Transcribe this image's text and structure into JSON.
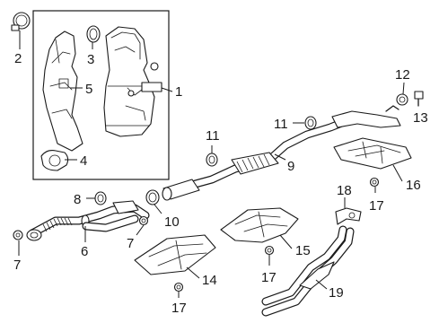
{
  "callouts": {
    "c1": "1",
    "c2": "2",
    "c3": "3",
    "c4": "4",
    "c5": "5",
    "c6": "6",
    "c7a": "7",
    "c7b": "7",
    "c8": "8",
    "c9": "9",
    "c10": "10",
    "c11a": "11",
    "c11b": "11",
    "c12": "12",
    "c13": "13",
    "c14": "14",
    "c15": "15",
    "c16": "16",
    "c17a": "17",
    "c17b": "17",
    "c17c": "17",
    "c18": "18",
    "c19": "19"
  }
}
